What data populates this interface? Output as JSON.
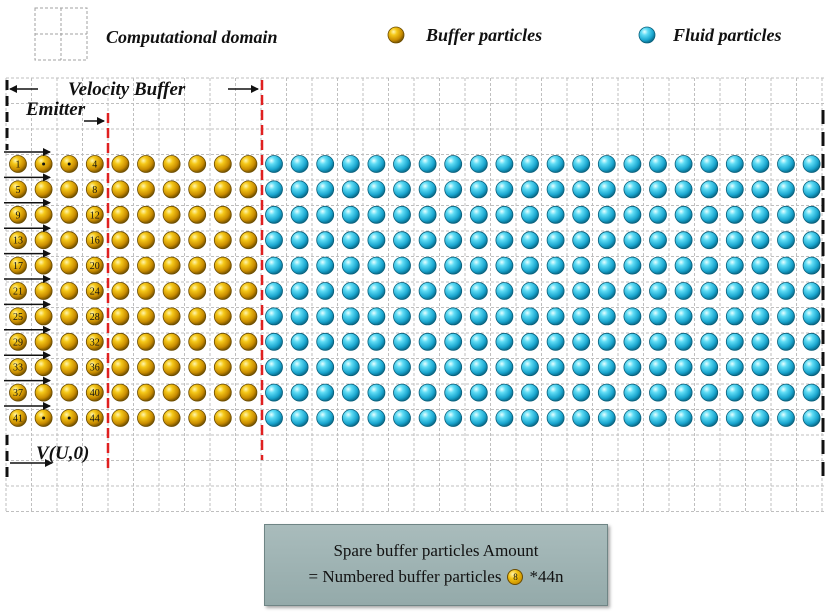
{
  "legend": {
    "domain_label": "Computational domain",
    "buffer_label": "Buffer particles",
    "fluid_label": "Fluid particles"
  },
  "annotations": {
    "velocity_buffer": "Velocity Buffer",
    "emitter": "Emitter",
    "velocity": "V(U,0)"
  },
  "particles": {
    "rows": 11,
    "buffer_columns": 10,
    "fluid_columns": 22,
    "row_first_numbers": [
      "1",
      "5",
      "9",
      "13",
      "17",
      "21",
      "25",
      "29",
      "33",
      "37",
      "41"
    ],
    "row_fourth_numbers": [
      "4",
      "8",
      "12",
      "16",
      "20",
      "24",
      "28",
      "32",
      "36",
      "40",
      "44"
    ]
  },
  "info_box": {
    "line1": "Spare buffer particles Amount",
    "line2_prefix": "=  Numbered buffer particles",
    "ball_number": "8",
    "line2_suffix": "*44n"
  },
  "colors": {
    "buffer": "#f2c20f",
    "fluid": "#2ec4e8",
    "dashed_red": "#e02020",
    "grid": "#bfbfbf"
  }
}
